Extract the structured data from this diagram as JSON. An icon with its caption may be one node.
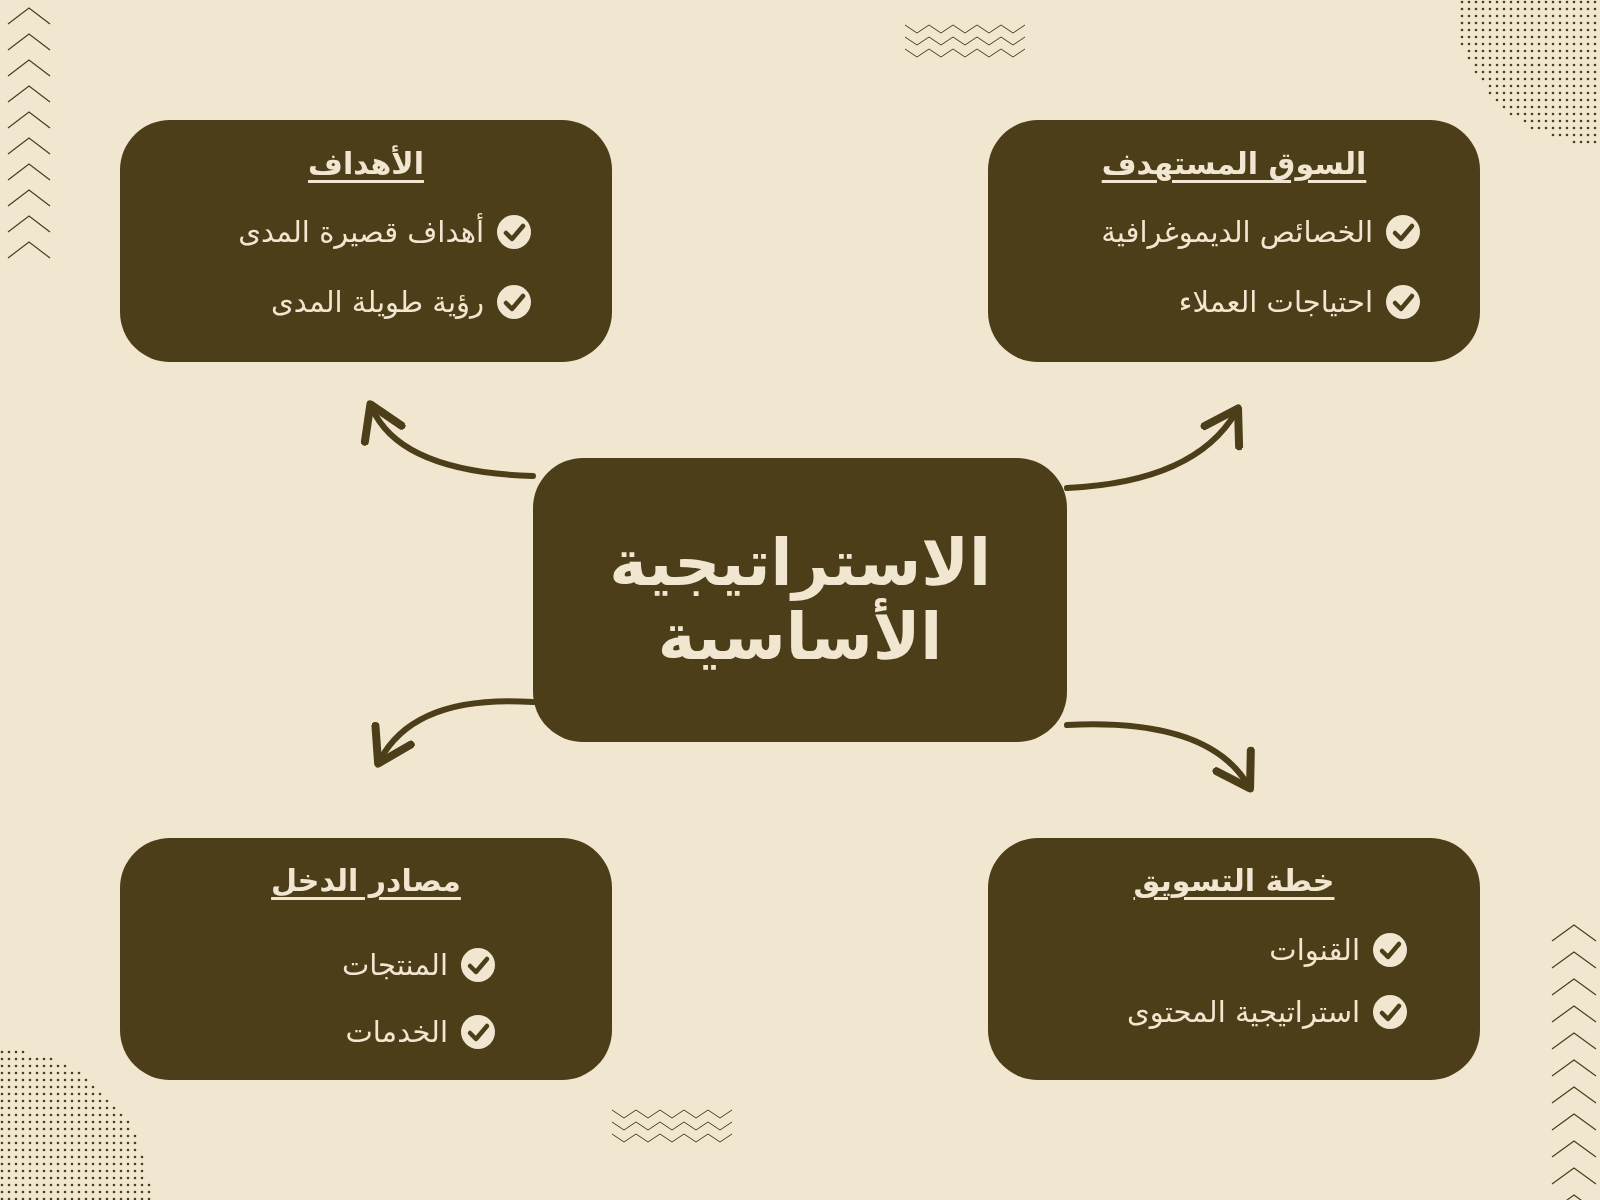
{
  "diagram": {
    "nodes": [
      {
        "text": [
          "الاستراتيجية الأساسية"
        ]
      },
      {
        "text": [
          "الأهداف",
          "أهداف قصيرة المدى",
          "رؤية طويلة المدى"
        ]
      },
      {
        "text": [
          "السوق المستهدف",
          "الخصائص الديموغرافية",
          "احتياجات العملاء"
        ]
      },
      {
        "text": [
          "مصادر الدخل",
          "المنتجات",
          "الخدمات"
        ]
      },
      {
        "text": [
          "خطة التسويق",
          "القنوات",
          "استراتيجية المحتوى"
        ]
      }
    ],
    "edges": [
      {
        "from": 0,
        "to": 1,
        "arrow": "to"
      },
      {
        "from": 0,
        "to": 2,
        "arrow": "to"
      },
      {
        "from": 0,
        "to": 3,
        "arrow": "to"
      },
      {
        "from": 0,
        "to": 4,
        "arrow": "to"
      }
    ]
  }
}
